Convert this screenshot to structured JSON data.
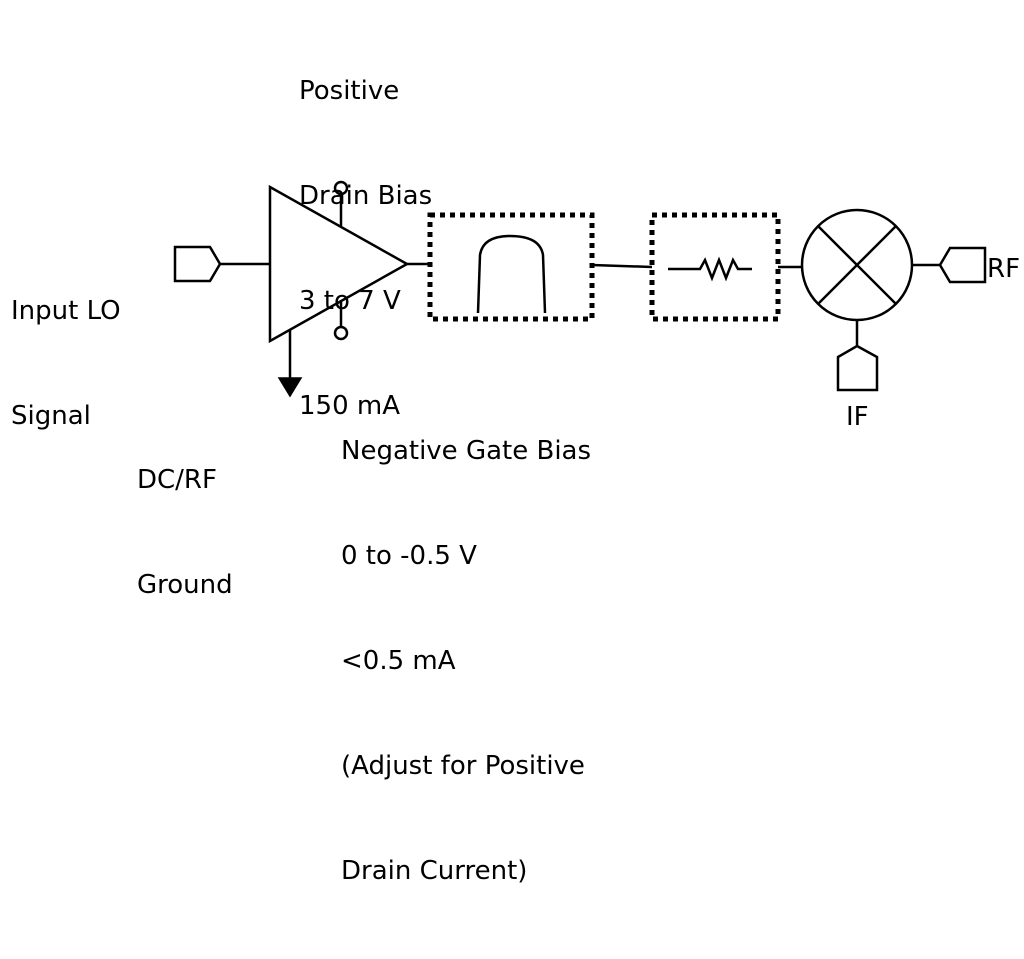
{
  "input_label": [
    "Input LO",
    "Signal"
  ],
  "drain_bias_label": [
    "Positive",
    "Drain Bias",
    "3 to 7 V",
    "150 mA"
  ],
  "ground_label": [
    "DC/RF",
    "Ground"
  ],
  "gate_bias_label": [
    "Negative Gate Bias",
    "0 to -0.5 V",
    "<0.5 mA",
    "(Adjust for Positive",
    "Drain Current)"
  ],
  "if_label": "IF",
  "rf_label": "RF",
  "colors": {
    "stroke": "#000000",
    "background": "#ffffff"
  }
}
